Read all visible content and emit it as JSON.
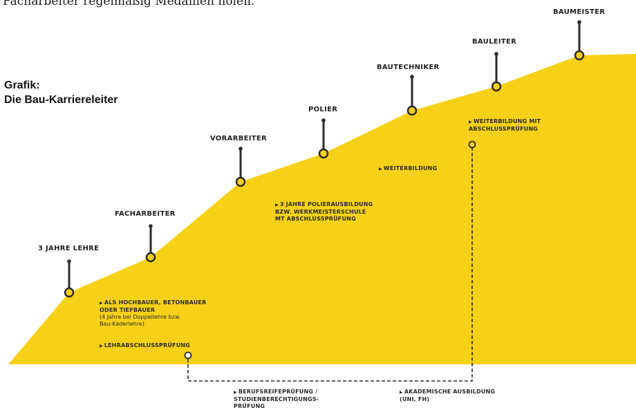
{
  "intro_text": "Facharbeiter regelmäßig Medaillen holen.",
  "title_line1": "Grafik:",
  "title_line2": "Die Bau-Karriereleiter",
  "stages": [
    {
      "label": "3 JAHRE LEHRE"
    },
    {
      "label": "FACHARBEITER"
    },
    {
      "label": "VORARBEITER"
    },
    {
      "label": "POLIER"
    },
    {
      "label": "BAUTECHNIKER"
    },
    {
      "label": "BAULEITER"
    },
    {
      "label": "BAUMEISTER"
    }
  ],
  "notes": {
    "lehre": {
      "line1": "ALS HOCHBAUER, BETONBAUER",
      "line2": "ODER TIEFBAUER",
      "line3": "(4 Jahre bei Doppellehre bzw.",
      "line4": "Bau-Kaderlehre)"
    },
    "lehrabschluss": "LEHRABSCHLUSSPRÜFUNG",
    "polier": {
      "line1": "3 JAHRE POLIERAUSBILDUNG",
      "line2": "BZW. WERKMEISTERSCHULE",
      "line3": "MT ABSCHLUSSPRÜFUNG"
    },
    "weiterbildung": "WEITERBILDUNG",
    "weiterbildung_pruefung": {
      "line1": "WEITERBILDUNG MIT",
      "line2": "ABSCHLUSSPRÜFUNG"
    },
    "berufsreife": {
      "line1": "BERUFSREIFEPRÜFUNG /",
      "line2": "STUDIENBERECHTIGUNGS-",
      "line3": "PRÜFUNG"
    },
    "akademisch": {
      "line1": "AKADEMISCHE AUSBILDUNG",
      "line2": "(UNI, FH)"
    }
  },
  "colors": {
    "hill": "#f7d118",
    "pin": "#2b2b2b",
    "text": "#222222",
    "background": "#ffffff"
  },
  "icons": {
    "bullet": "triangle-right-icon",
    "milestone": "circle-pin-icon"
  }
}
